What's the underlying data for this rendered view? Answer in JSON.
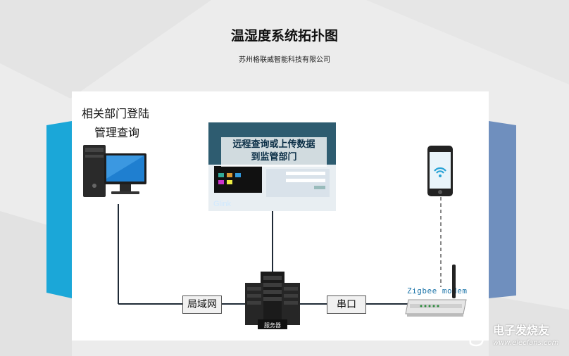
{
  "title": "温湿度系统拓扑图",
  "subtitle": "苏州格联威智能科技有限公司",
  "department": {
    "line1": "相关部门登陆",
    "line2": "管理查询"
  },
  "screenshot": {
    "line1": "远程查询或上传数据",
    "line2": "到监管部门",
    "logo": "Glink"
  },
  "links": {
    "lan": "局域网",
    "serial": "串口"
  },
  "server": {
    "caption": "服务器"
  },
  "zigbee": {
    "label": "Zigbee modem"
  },
  "watermark": {
    "name": "电子发烧友",
    "url": "www.elecfans.com"
  },
  "colors": {
    "accent_left": "#1ba7d8",
    "accent_right": "#6f8fbe",
    "panel": "#ffffff",
    "line": "#1f2a36"
  }
}
